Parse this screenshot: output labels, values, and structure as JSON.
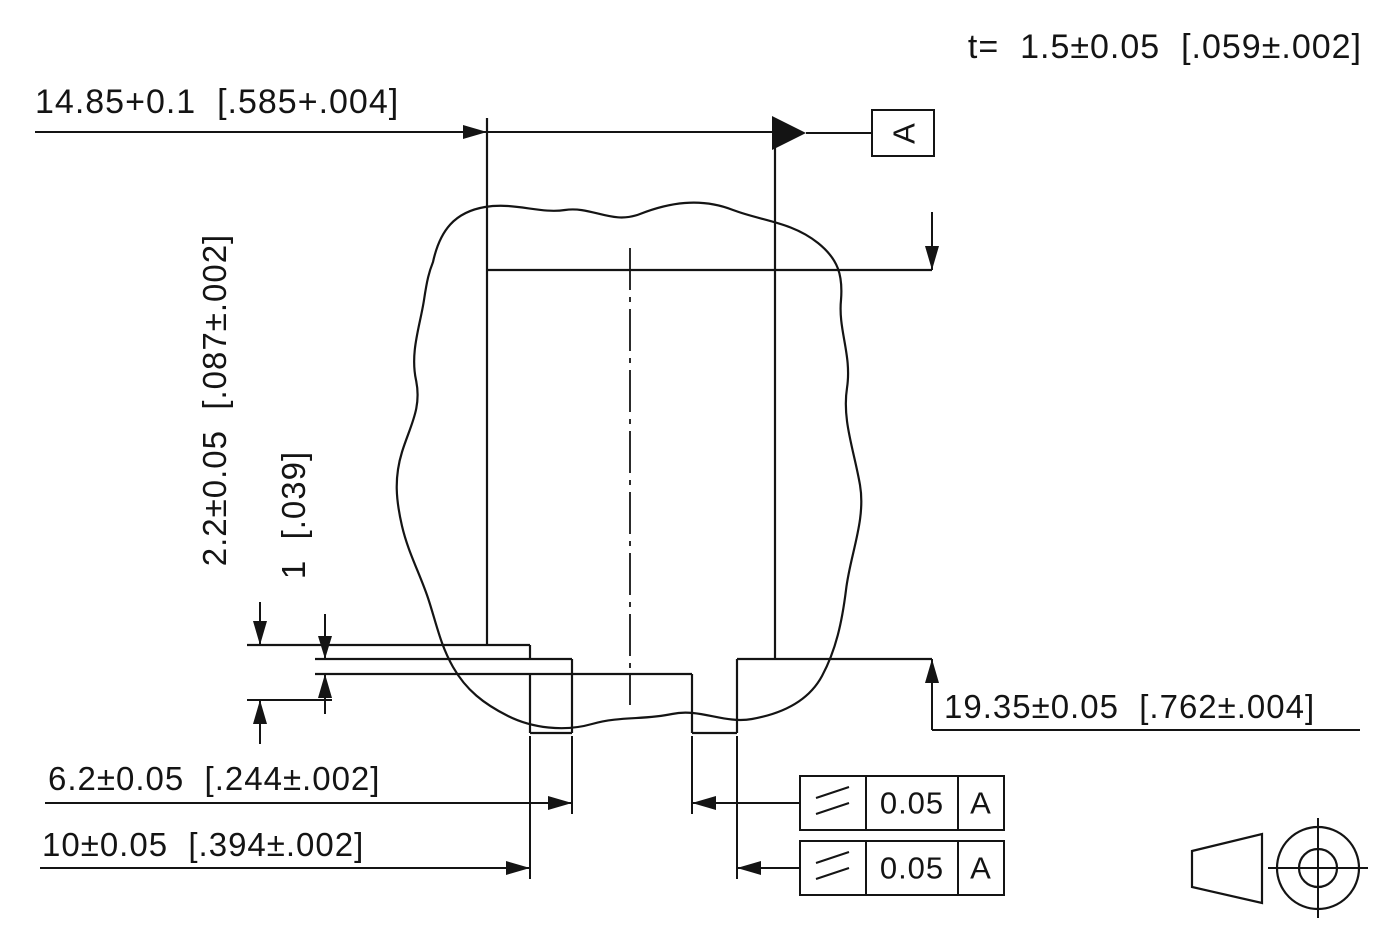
{
  "drawing": {
    "labels": {
      "thickness": "t=  1.5±0.05  [.059±.002]",
      "dim_width_top": "14.85+0.1  [.585+.004]",
      "dim_step_height": "2.2±0.05  [.087±.002]",
      "dim_lead_offset": "1  [.039]",
      "dim_height_right": "19.35±0.05  [.762±.004]",
      "dim_span_inner": "6.2±0.05  [.244±.002]",
      "dim_span_outer": "10±0.05  [.394±.002]"
    },
    "datum": {
      "label": "A"
    },
    "fcf_top": {
      "symbol": "parallelism",
      "tolerance": "0.05",
      "datum": "A"
    },
    "fcf_bottom": {
      "symbol": "parallelism",
      "tolerance": "0.05",
      "datum": "A"
    },
    "projection": "third-angle",
    "colors": {
      "ink": "#141414",
      "background": "#ffffff"
    }
  }
}
